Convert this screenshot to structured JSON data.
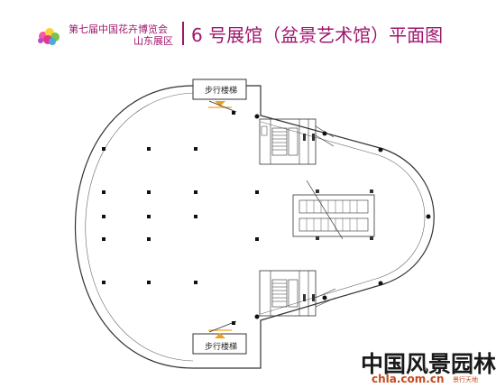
{
  "header": {
    "expo_line1": "第七届中国花卉博览会",
    "expo_line2": "山东展区",
    "plan_title": "6 号展馆（盆景艺术馆）平面图"
  },
  "labels": {
    "stairs_top": "步行楼梯",
    "stairs_bottom": "步行楼梯"
  },
  "watermark": {
    "title": "中国风景园林网",
    "url": "chla.com.cn",
    "slogan": "景行天地"
  },
  "colors": {
    "accent": "#a0166e",
    "plan_line": "#333333",
    "arrow": "#f0a020",
    "watermark_url": "#c8491f"
  },
  "icons": [
    "flower-logo-icon",
    "up-arrow-icon",
    "down-arrow-icon",
    "escalator-icon",
    "restroom-icon"
  ]
}
